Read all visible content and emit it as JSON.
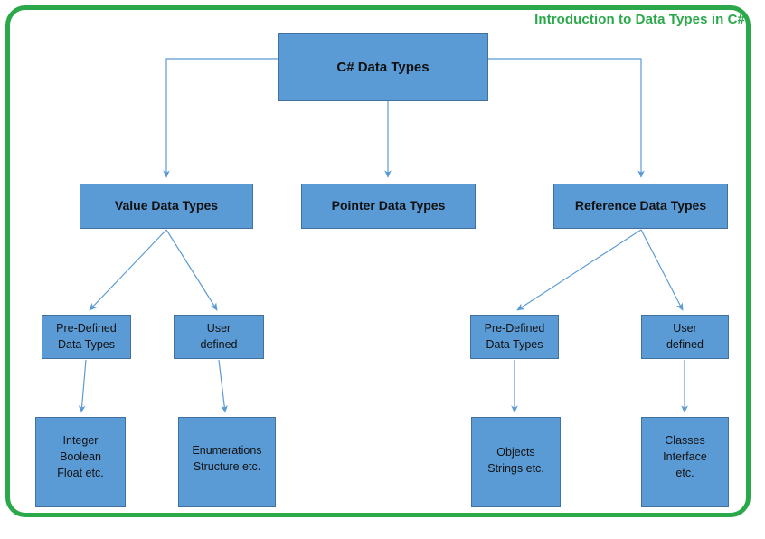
{
  "title": "Introduction to Data Types in C#",
  "colors": {
    "frame_green": "#2aa84a",
    "node_fill": "#5b9bd5",
    "node_border": "#41719c",
    "connector": "#5b9bd5",
    "text": "#111111"
  },
  "diagram": {
    "type": "tree",
    "root": {
      "label": "C# Data Types"
    },
    "level2": [
      {
        "label": "Value Data Types"
      },
      {
        "label": "Pointer Data Types"
      },
      {
        "label": "Reference Data Types"
      }
    ],
    "level3": [
      {
        "label": "Pre-Defined\nData Types",
        "parent": "Value Data Types"
      },
      {
        "label": "User\ndefined",
        "parent": "Value Data Types"
      },
      {
        "label": "Pre-Defined\nData Types",
        "parent": "Reference Data Types"
      },
      {
        "label": "User\ndefined",
        "parent": "Reference Data Types"
      }
    ],
    "leaves": [
      {
        "label": "Integer\nBoolean\nFloat etc.",
        "parent": "Value / Pre-Defined Data Types"
      },
      {
        "label": "Enumerations\nStructure etc.",
        "parent": "Value / User defined"
      },
      {
        "label": "Objects\nStrings etc.",
        "parent": "Reference / Pre-Defined Data Types"
      },
      {
        "label": "Classes\nInterface\netc.",
        "parent": "Reference / User defined"
      }
    ]
  }
}
